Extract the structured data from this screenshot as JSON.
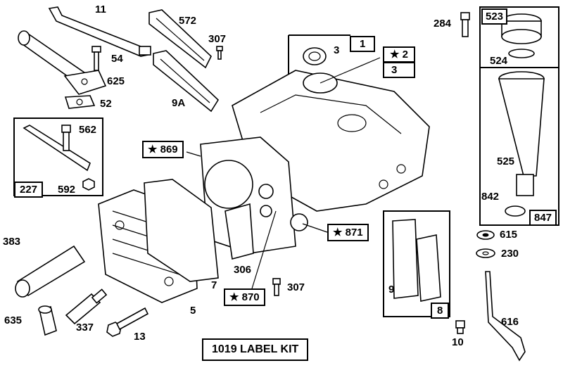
{
  "labels": {
    "p11": "11",
    "p572": "572",
    "p307a": "307",
    "p54": "54",
    "p625": "625",
    "p52": "52",
    "p9a": "9A",
    "p1": "1",
    "p3a": "3",
    "p2": "★ 2",
    "p3b": "3",
    "p284": "284",
    "p523": "523",
    "p524": "524",
    "p562": "562",
    "p227": "227",
    "p592": "592",
    "p869": "★ 869",
    "p525": "525",
    "p842": "842",
    "p847": "847",
    "p871": "★ 871",
    "p615": "615",
    "p230": "230",
    "p383": "383",
    "p306": "306",
    "p7": "7",
    "p870": "★ 870",
    "p307b": "307",
    "p9": "9",
    "p8": "8",
    "p5": "5",
    "p635": "635",
    "p337": "337",
    "p13": "13",
    "p616": "616",
    "p10": "10"
  },
  "kit": "1019 LABEL KIT"
}
